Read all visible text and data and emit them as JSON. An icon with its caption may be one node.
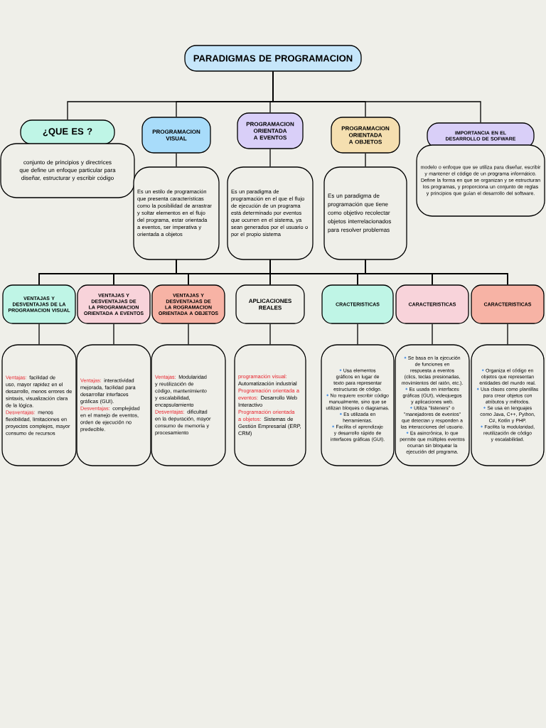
{
  "diagram": {
    "nodes": [
      {
        "text": [
          "PARADIGMAS DE PROGRAMACION"
        ]
      },
      {
        "text": [
          "¿QUE ES ?"
        ]
      },
      {
        "text": [
          "PROGRAMACION VISUAL"
        ]
      },
      {
        "text": [
          "PROGRAMACION ORIENTADA A EVENTOS"
        ]
      },
      {
        "text": [
          "PROGRAMACION ORIENTADA A OBJETOS"
        ]
      },
      {
        "text": [
          "IMPORTANCIA EN EL DESARROLLO DE SOFWARE"
        ]
      },
      {
        "text": [
          "conjunto de principios y directrices que define un enfoque particular para diseñar, estructurar y escribir código"
        ]
      },
      {
        "text": [
          "Es un estilo de programación que presenta características como la posibilidad de arrastrar y soltar elementos en el flujo del programa, estar orientada a eventos, ser imperativa y orientada a objetos"
        ]
      },
      {
        "text": [
          "Es un paradigma de programación en el que el flujo de ejecución de un programa está determinado por eventos que ocurren en el sistema, ya sean generados por el usuario o por el propio sistema"
        ]
      },
      {
        "text": [
          "Es un paradigma de programación que tiene como objetivo recolectar objetos interrelacionados para resolver problemas"
        ]
      },
      {
        "text": [
          "modelo o enfoque que se utiliza para diseñar, escribir y mantener el código de un programa informático. Define la forma en que se organizan y se estructuran los programas, y proporciona un conjunto de reglas y principios que guían el desarrollo del software."
        ]
      },
      {
        "text": [
          "VENTAJAS Y DESVENTAJAS DE LA PROGRAMACION VISUAL"
        ]
      },
      {
        "text": [
          "VENTAJAS Y DESVENTAJAS DE LA PROGRAMACION ORIENTADA A EVENTOS"
        ]
      },
      {
        "text": [
          "VENTAJAS Y DESVENTAJAS DE LA ROGRAMACION ORIENTADA A OBJETOS"
        ]
      },
      {
        "text": [
          "APLICACIONES REALES"
        ]
      },
      {
        "text": [
          "CRACTERISTICAS"
        ]
      },
      {
        "text": [
          "CARACTERISTICAS"
        ]
      },
      {
        "text": [
          "CARACTERISTICAS"
        ]
      },
      {
        "text": [
          "Ventajas:",
          "facilidad de uso, mayor rapidez en el desarrollo, menos errores de sintaxis, visualización clara de la lógica.",
          "Desventajas:",
          "menos flexibilidad, limitaciones en proyectos complejos, mayor consumo de recursos"
        ]
      },
      {
        "text": [
          "Ventajas:",
          "interactividad mejorada, facilidad para desarrollar interfaces gráficas (GUI).",
          "Desventajas:",
          "complejidad en el manejo de eventos, orden de ejecución no predecible."
        ]
      },
      {
        "text": [
          "Ventajas:",
          "Modularidad y reutilización de código, mantenimiento y escalabilidad, encapsulamiento",
          "Desventajas:",
          "dificultad en la depuración, mayor consumo de memoria y procesamiento"
        ]
      },
      {
        "text": [
          "programación visual:",
          "Automatización industrial",
          "Programación orientada a eventos:",
          "Desarrollo Web Interactivo",
          "Programación orientada a objetos:",
          "Sistemas de Gestión Empresarial (ERP, CRM)"
        ]
      },
      {
        "text": [
          "Usa elementos gráficos en lugar de texto para representar estructuras de código.",
          "No requiere escribir código manualmente, sino que se utilizan bloques o diagramas.",
          "Es utilizada en herramientas.",
          "Facilita el aprendizaje y desarrollo rápido de interfaces gráficas (GUI)."
        ]
      },
      {
        "text": [
          "Se basa en la ejecución de funciones en respuesta a eventos (clics, teclas presionadas, movimientos del ratón, etc.).",
          "Es usada en interfaces gráficas (GUI), videojuegos y aplicaciones web.",
          "Utiliza \"listeners\" o \"manejadores de eventos\" que detectan y responden a las interacciones del usuario.",
          "Es asincrónica, lo que permite que múltiples eventos ocurran sin bloquear la ejecución del programa."
        ]
      },
      {
        "text": [
          "Organiza el código en objetos que representan entidades del mundo real.",
          "Usa clases como plantillas para crear objetos con atributos y métodos.",
          "Se usa en lenguajes como Java, C++, Python, C#, Kotlin y PHP.",
          "Facilita la modularidad, reutilización de código y escalabilidad."
        ]
      }
    ],
    "edges": [
      {
        "from": 0,
        "to": 1,
        "arrow": "none"
      },
      {
        "from": 0,
        "to": 2,
        "arrow": "none"
      },
      {
        "from": 0,
        "to": 3,
        "arrow": "none"
      },
      {
        "from": 0,
        "to": 4,
        "arrow": "none"
      },
      {
        "from": 0,
        "to": 5,
        "arrow": "none"
      },
      {
        "from": 2,
        "to": 7,
        "arrow": "none"
      },
      {
        "from": 3,
        "to": 8,
        "arrow": "none"
      },
      {
        "from": 4,
        "to": 9,
        "arrow": "none"
      },
      {
        "from": 7,
        "to": 11,
        "arrow": "none"
      },
      {
        "from": 7,
        "to": 12,
        "arrow": "none"
      },
      {
        "from": 7,
        "to": 13,
        "arrow": "none"
      },
      {
        "from": 7,
        "to": 14,
        "arrow": "none"
      },
      {
        "from": 7,
        "to": 15,
        "arrow": "none"
      },
      {
        "from": 7,
        "to": 16,
        "arrow": "none"
      },
      {
        "from": 7,
        "to": 17,
        "arrow": "none"
      },
      {
        "from": 8,
        "to": 11,
        "arrow": "none"
      },
      {
        "from": 8,
        "to": 12,
        "arrow": "none"
      },
      {
        "from": 8,
        "to": 13,
        "arrow": "none"
      },
      {
        "from": 8,
        "to": 14,
        "arrow": "none"
      },
      {
        "from": 8,
        "to": 15,
        "arrow": "none"
      },
      {
        "from": 8,
        "to": 16,
        "arrow": "none"
      },
      {
        "from": 8,
        "to": 17,
        "arrow": "none"
      },
      {
        "from": 9,
        "to": 11,
        "arrow": "none"
      },
      {
        "from": 9,
        "to": 12,
        "arrow": "none"
      },
      {
        "from": 9,
        "to": 13,
        "arrow": "none"
      },
      {
        "from": 9,
        "to": 14,
        "arrow": "none"
      },
      {
        "from": 9,
        "to": 15,
        "arrow": "none"
      },
      {
        "from": 9,
        "to": 16,
        "arrow": "none"
      },
      {
        "from": 9,
        "to": 17,
        "arrow": "none"
      },
      {
        "from": 11,
        "to": 18,
        "arrow": "none"
      },
      {
        "from": 12,
        "to": 19,
        "arrow": "none"
      },
      {
        "from": 13,
        "to": 20,
        "arrow": "none"
      },
      {
        "from": 14,
        "to": 21,
        "arrow": "none"
      },
      {
        "from": 15,
        "to": 22,
        "arrow": "none"
      },
      {
        "from": 16,
        "to": 23,
        "arrow": "none"
      },
      {
        "from": 17,
        "to": 24,
        "arrow": "none"
      }
    ]
  }
}
